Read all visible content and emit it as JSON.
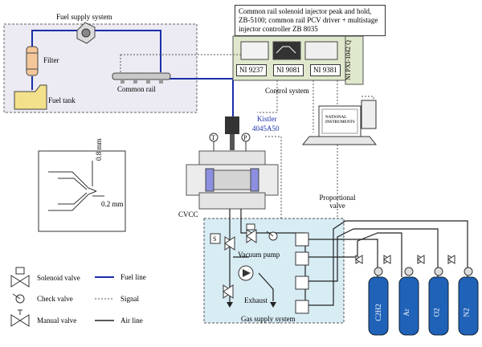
{
  "systems": {
    "fuel_supply": "Fuel supply system",
    "control": "Control system",
    "gas_supply": "Gas supply system"
  },
  "fuel": {
    "filter": "Filter",
    "fuel_tank": "Fuel tank",
    "common_rail": "Common rail"
  },
  "control": {
    "header": "Common rail solenoid injector peak and hold, ZB-5100; common rail PCV driver + multistage injector controller ZB 8035",
    "modules": [
      "NI 9237",
      "NI 9081",
      "NI 9381"
    ],
    "chassis": "NI PXI-1042 Q",
    "laptop_brand": "NATIONAL INSTRUMENTS"
  },
  "chamber": {
    "sensor_name": "Kistler",
    "sensor_model": "4045A50",
    "cvcc": "CVCC",
    "gauge_t": "T",
    "gauge_p": "P"
  },
  "gas": {
    "proportional_valve": "Proportional valve",
    "vacuum_pump": "Vacuum pump",
    "exhaust": "Exhaust",
    "solenoid_symbol": "S",
    "cylinders": [
      "C2H2",
      "Ar",
      "O2",
      "N2"
    ]
  },
  "nozzle": {
    "dim_1": "0.8 mm",
    "dim_2": "0.2 mm"
  },
  "legend": {
    "solenoid_valve": "Solenoid valve",
    "check_valve": "Check valve",
    "manual_valve": "Manual valve",
    "fuel_line": "Fuel line",
    "signal": "Signal",
    "air_line": "Air line"
  },
  "colors": {
    "fuel_line": "#1a2fa8",
    "fuel_box_bg": "#eceaf2",
    "control_bg": "#dfe8cc",
    "gas_box_bg": "#d8ecf4",
    "cylinder": "#1f62b8",
    "window": "#8c8fe0"
  }
}
